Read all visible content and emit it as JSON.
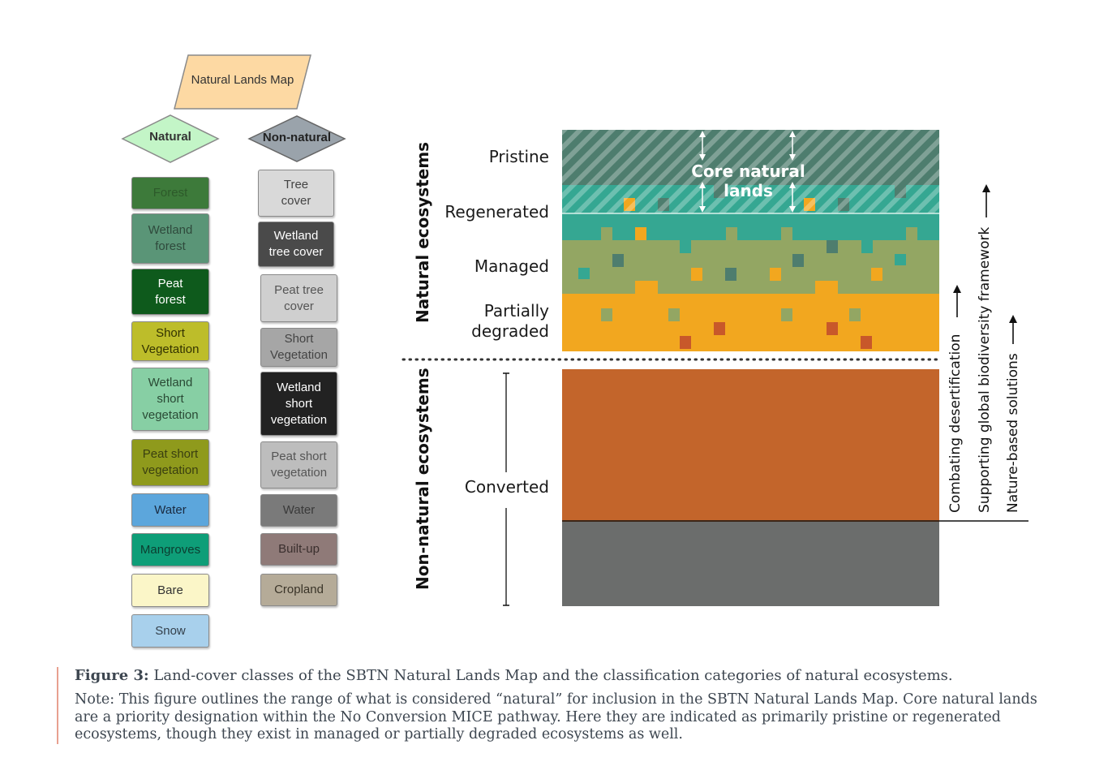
{
  "left_tree": {
    "root": "Natural Lands Map",
    "natural_label": "Natural",
    "nonnatural_label": "Non-natural",
    "natural_classes": [
      {
        "label": "Forest",
        "color": "#3d7a3a",
        "text": "#2d5a2a"
      },
      {
        "label": "Wetland\nforest",
        "color": "#5a9577",
        "text": "#2f4a3c"
      },
      {
        "label": "Peat\nforest",
        "color": "#0e5a1c",
        "text": "#ffffff"
      },
      {
        "label": "Short\nVegetation",
        "color": "#bdbd2a",
        "text": "#333300"
      },
      {
        "label": "Wetland\nshort\nvegetation",
        "color": "#87cfa4",
        "text": "#2a4a35"
      },
      {
        "label": "Peat short\nvegetation",
        "color": "#8f9a1c",
        "text": "#3a3f10"
      },
      {
        "label": "Water",
        "color": "#5ca6dc",
        "text": "#1a2a40"
      },
      {
        "label": "Mangroves",
        "color": "#0e9e78",
        "text": "#0c3d30"
      },
      {
        "label": "Bare",
        "color": "#fbf6c8",
        "text": "#333333"
      },
      {
        "label": "Snow",
        "color": "#a8d0ec",
        "text": "#333f4a"
      }
    ],
    "nonnatural_classes": [
      {
        "label": "Tree\ncover",
        "color": "#d9d9d9",
        "text": "#444444"
      },
      {
        "label": "Wetland\ntree cover",
        "color": "#4a4a4a",
        "text": "#ffffff"
      },
      {
        "label": "Peat tree\ncover",
        "color": "#cfcfcf",
        "text": "#555555"
      },
      {
        "label": "Short\nVegetation",
        "color": "#a6a6a6",
        "text": "#444444"
      },
      {
        "label": "Wetland\nshort\nvegetation",
        "color": "#222222",
        "text": "#ffffff"
      },
      {
        "label": "Peat short\nvegetation",
        "color": "#bdbdbd",
        "text": "#555555"
      },
      {
        "label": "Water",
        "color": "#7a7a7a",
        "text": "#3a3a3a"
      },
      {
        "label": "Built-up",
        "color": "#8f7a78",
        "text": "#3a2f2e"
      },
      {
        "label": "Cropland",
        "color": "#b5ab98",
        "text": "#3a3428"
      }
    ]
  },
  "diagram": {
    "natural_group_label": "Natural ecosystems",
    "nonnatural_group_label": "Non-natural ecosystems",
    "levels": {
      "pristine": "Pristine",
      "regenerated": "Regenerated",
      "managed": "Managed",
      "partially_degraded": "Partially\ndegraded",
      "converted": "Converted"
    },
    "core_label": "Core natural lands",
    "arrows": [
      "Combating desertification",
      "Supporting global biodiversity framework",
      "Nature-based solutions"
    ],
    "colors": {
      "pristine": "#4e7d6e",
      "regenerated": "#35a792",
      "managed": "#93a663",
      "degraded": "#f2a71f",
      "converted": "#c3652b",
      "grey": "#6b6d6c"
    }
  },
  "caption": {
    "figure_label": "Figure 3:",
    "figure_text": "Land-cover classes of the SBTN Natural Lands Map and the classification categories of natural ecosystems.",
    "note": "Note: This figure outlines the range of what is considered “natural” for inclusion in the SBTN Natural Lands Map. Core natural lands are a priority designation within the No Conversion MICE pathway. Here they are indicated as primarily pristine or regenerated ecosystems, though they exist in managed or partially degraded ecosystems as well."
  }
}
